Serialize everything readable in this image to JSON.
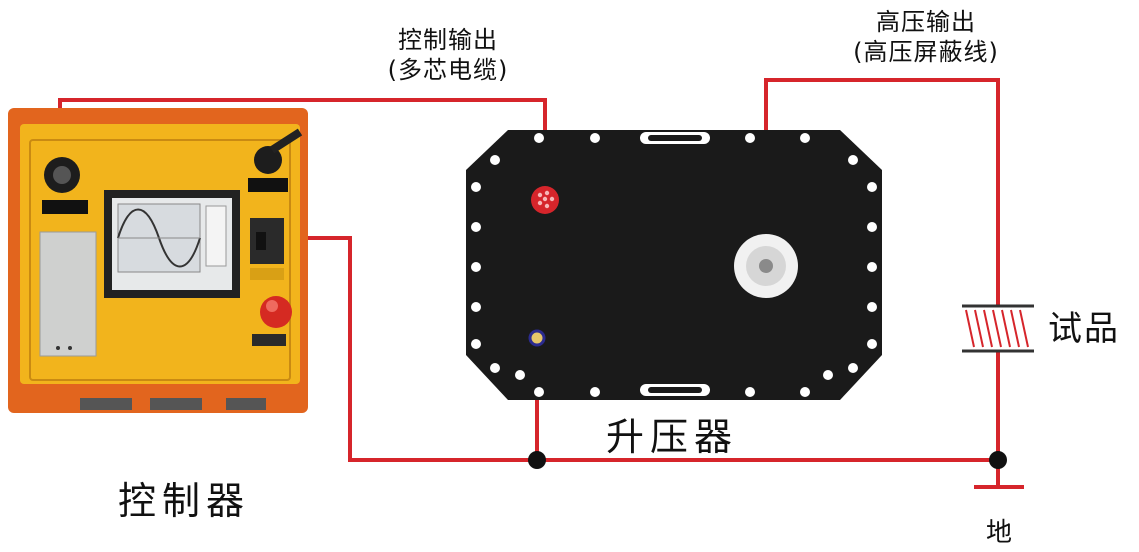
{
  "labels": {
    "control_output": "控制输出",
    "control_output_sub": "(多芯电缆)",
    "hv_output": "高压输出",
    "hv_output_sub": "(高压屏蔽线)",
    "test_object": "试品",
    "booster": "升压器",
    "controller": "控制器",
    "ground": "地"
  },
  "colors": {
    "wire": "#d6252b",
    "booster_body": "#1a1a1a",
    "controller_panel": "#f2b41c",
    "controller_case": "#e2651e",
    "junction": "#111111"
  },
  "icons": {
    "controller": "controller-device-icon",
    "booster": "booster-transformer-icon",
    "test_object": "capacitor-test-object-icon",
    "ground": "ground-symbol-icon"
  }
}
